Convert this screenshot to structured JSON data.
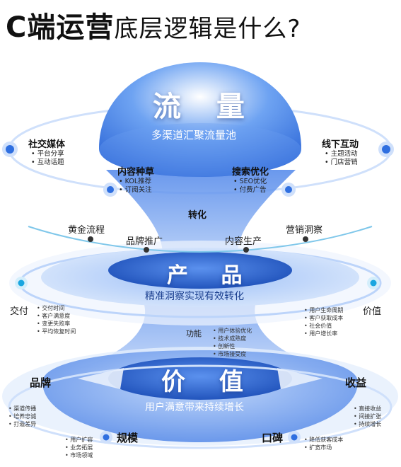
{
  "title": {
    "bold": "C端运营",
    "rest": "底层逻辑是什么?"
  },
  "flow": {
    "title": "流 量",
    "sub": "多渠道汇聚流量池"
  },
  "social": {
    "head": "社交媒体",
    "items": [
      "平台分享",
      "互动话题"
    ]
  },
  "offline": {
    "head": "线下互动",
    "items": [
      "主题活动",
      "门店营销"
    ]
  },
  "content": {
    "head": "内容种草",
    "items": [
      "KOL推荐",
      "订阅关注"
    ]
  },
  "search": {
    "head": "搜索优化",
    "items": [
      "SEO优化",
      "付费广告"
    ]
  },
  "convert": "转化",
  "ring2": {
    "gold": "黄金流程",
    "brandPromo": "品牌推广",
    "contentProd": "内容生产",
    "insight": "营销洞察"
  },
  "product": {
    "title": "产 品",
    "sub": "精准洞察实现有效转化"
  },
  "delivery": {
    "head": "交付",
    "items": [
      "交付时间",
      "客户满意度",
      "变更失败率",
      "平均恢复时间"
    ]
  },
  "valueSide": {
    "head": "价值",
    "items": [
      "用户生命周期",
      "客户获取成本",
      "社会价值",
      "用户增长率"
    ]
  },
  "function": {
    "head": "功能",
    "items": [
      "用户体验优化",
      "技术成熟度",
      "创新性",
      "市场接受度"
    ]
  },
  "value": {
    "title": "价 值",
    "sub": "用户满意带来持续增长"
  },
  "brand": {
    "head": "品牌",
    "items": [
      "渠道传播",
      "培养忠诚",
      "打造差异"
    ]
  },
  "income": {
    "head": "收益",
    "items": [
      "直接收益",
      "间接扩张",
      "持续增长"
    ]
  },
  "scale": {
    "head": "规模",
    "items": [
      "用户扩容",
      "业务拓展",
      "市场领域"
    ]
  },
  "reputation": {
    "head": "口碑",
    "items": [
      "降低获客成本",
      "扩宽市场"
    ]
  },
  "colors": {
    "primary": "#2f6fe0",
    "dark": "#1d4fb8",
    "light": "#cfe0fb",
    "accent": "#1aa6e0"
  }
}
